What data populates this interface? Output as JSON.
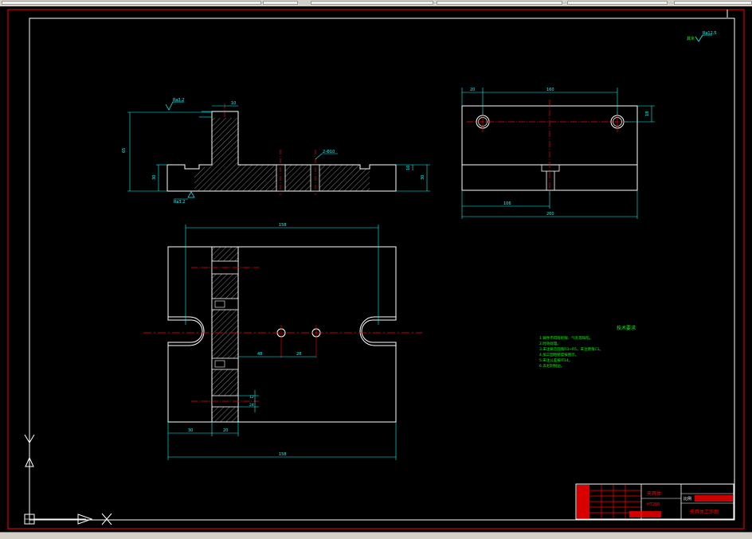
{
  "title_block": {
    "part_name": "夹具体",
    "material": "HT200",
    "scale_label": "比例",
    "drawing_title": "夹具体工作图"
  },
  "roughness": {
    "corner_value": "Ra12.5",
    "corner_prefix": "其余",
    "front_view_top": "Ra3.2",
    "front_view_bottom": "Ra3.2"
  },
  "dimensions": {
    "front_height_total": "65",
    "front_height_base": "30",
    "front_height_right": "30",
    "front_right_small": "10",
    "front_top_width": "10",
    "front_hole_callout": "2-Φ10",
    "plan_width_top": "158",
    "plan_hole_offset": "48",
    "plan_hole_spacing": "28",
    "plan_left_30": "30",
    "plan_left_20": "20",
    "plan_width_bottom": "158",
    "plan_side_a": "12",
    "plan_side_b": "24",
    "side_top_left": "20",
    "side_top_spacing": "160",
    "side_right": "18",
    "side_bottom_a": "106",
    "side_bottom_b": "200"
  },
  "tech_requirements": {
    "title": "技术要求",
    "lines": [
      "1.铸件不得有砂眼、气孔等缺陷。",
      "2.时效处理。",
      "3.未注铸造圆角R3~R5，未注倒角C1。",
      "4.加工面粗糙度按图示。",
      "5.未注公差按IT14。",
      "6.去毛刺锐边。"
    ]
  },
  "colors": {
    "background": "#000000",
    "border_red": "#ff0000",
    "geometry_white": "#ffffff",
    "dimension_cyan": "#00ffff",
    "centerline_red": "#ff0000",
    "text_green": "#00ff00",
    "roughness_cyan": "#00ffff"
  },
  "icons": [
    "ucs-y-axis-icon",
    "ucs-x-arrow-icon",
    "ucs-origin-icon",
    "ucs-x-cross-icon"
  ]
}
